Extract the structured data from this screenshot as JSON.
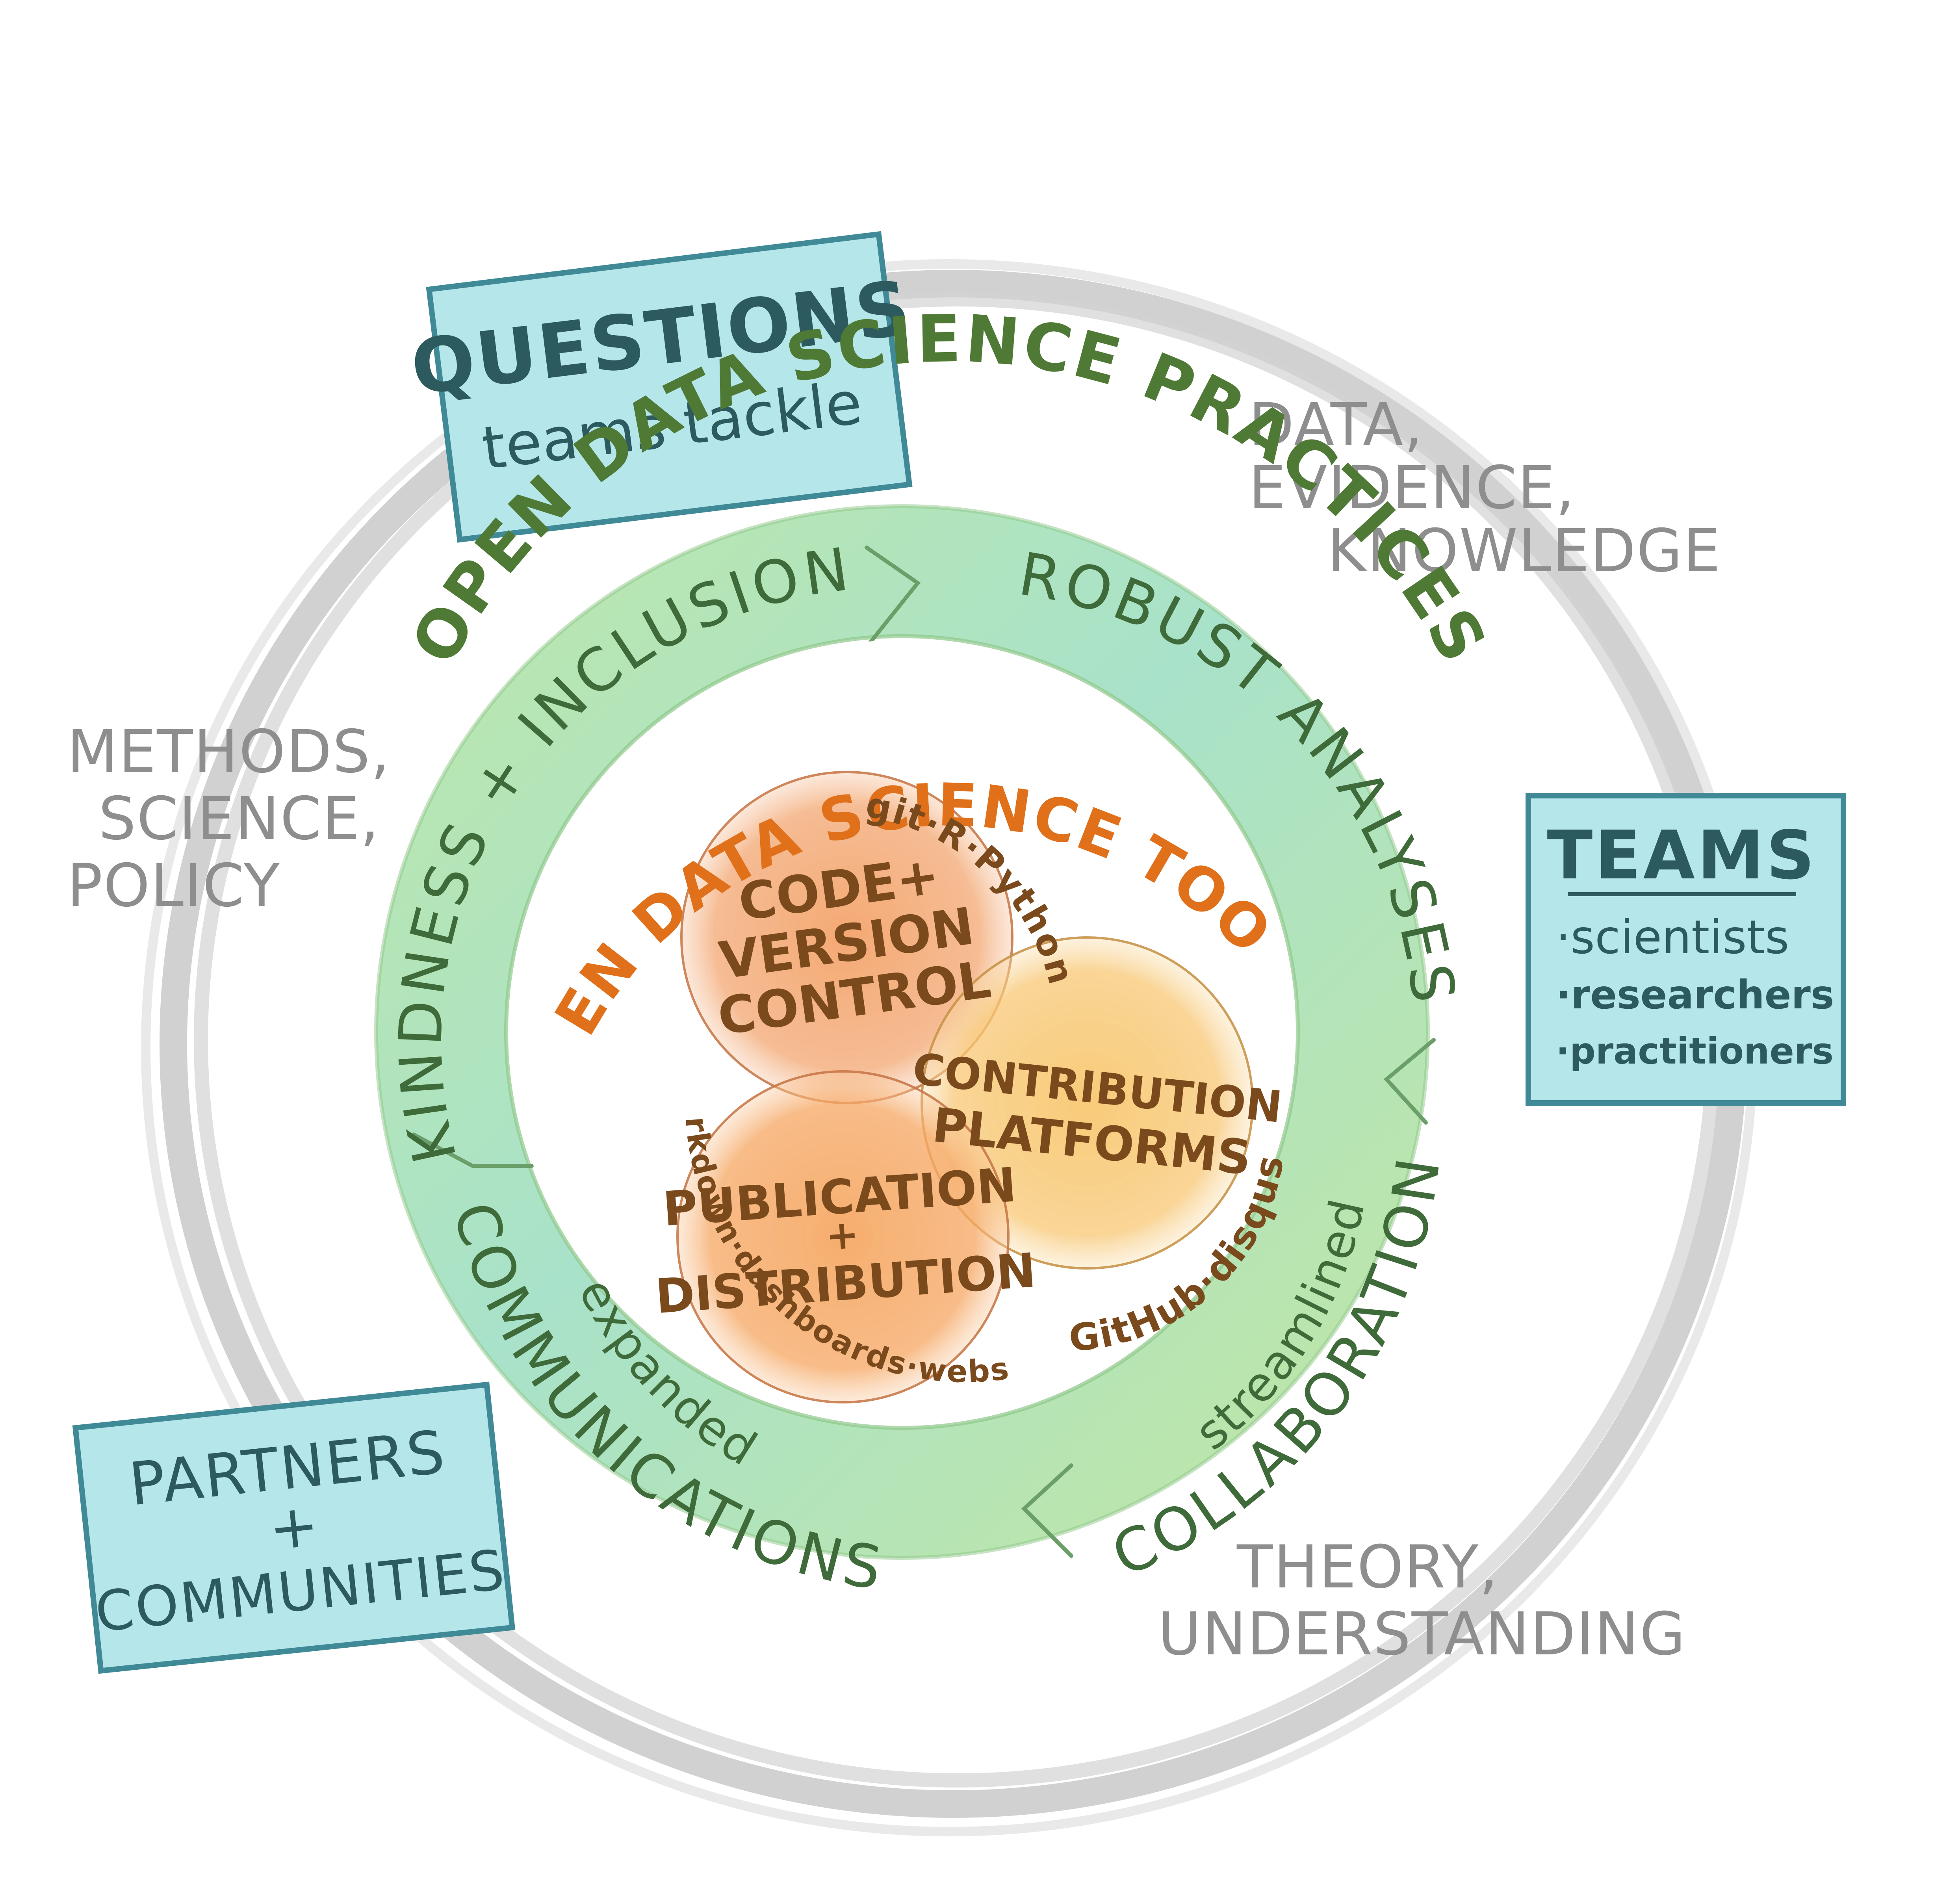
{
  "boxes": {
    "questions": {
      "title": "QUESTIONS",
      "subtitle": "teams tackle"
    },
    "teams": {
      "title": "TEAMS",
      "items": [
        "·scientists",
        "·researchers",
        "·practitioners"
      ]
    },
    "partners": {
      "line1": "PARTNERS",
      "line2": "+",
      "line3": "COMMUNITIES"
    }
  },
  "outer_labels": {
    "data": [
      "DATA,",
      "EVIDENCE,",
      "KNOWLEDGE"
    ],
    "methods": [
      "METHODS,",
      "SCIENCE,",
      "POLICY"
    ],
    "theory": [
      "THEORY,",
      "UNDERSTANDING"
    ]
  },
  "practices_title": "OPEN DATA SCIENCE PRACTICES",
  "ring_segments": {
    "kindness": "KINDNESS + INCLUSION",
    "robust": "ROBUST ANALYSES",
    "streamlined": "streamlined",
    "collaboration": "COLLABORATION",
    "expanded": "expanded",
    "communications": "COMMUNICATIONS"
  },
  "tools_title": "OPEN DATA SCIENCE TOOLS",
  "circles": {
    "code": {
      "lines": [
        "CODE+",
        "VERSION",
        "CONTROL"
      ],
      "tools": "git·R·Python"
    },
    "contribution": {
      "lines": [
        "CONTRIBUTION",
        "PLATFORMS"
      ],
      "tools": "GitHub·disqus"
    },
    "publication": {
      "lines": [
        "PUBLICATION",
        "+",
        "DISTRIBUTION"
      ],
      "tools": "RMarkdown·dashboards·websites"
    }
  },
  "colors": {
    "box_fill": "#b5e6ea",
    "box_border": "#3f8a96",
    "ring_green": "#a7dca0",
    "ring_mint": "#9fe0c7",
    "gray_ring": "#c8c8c8",
    "circle_orange": "#f3a46a",
    "circle_yellow": "#f7c46b"
  }
}
